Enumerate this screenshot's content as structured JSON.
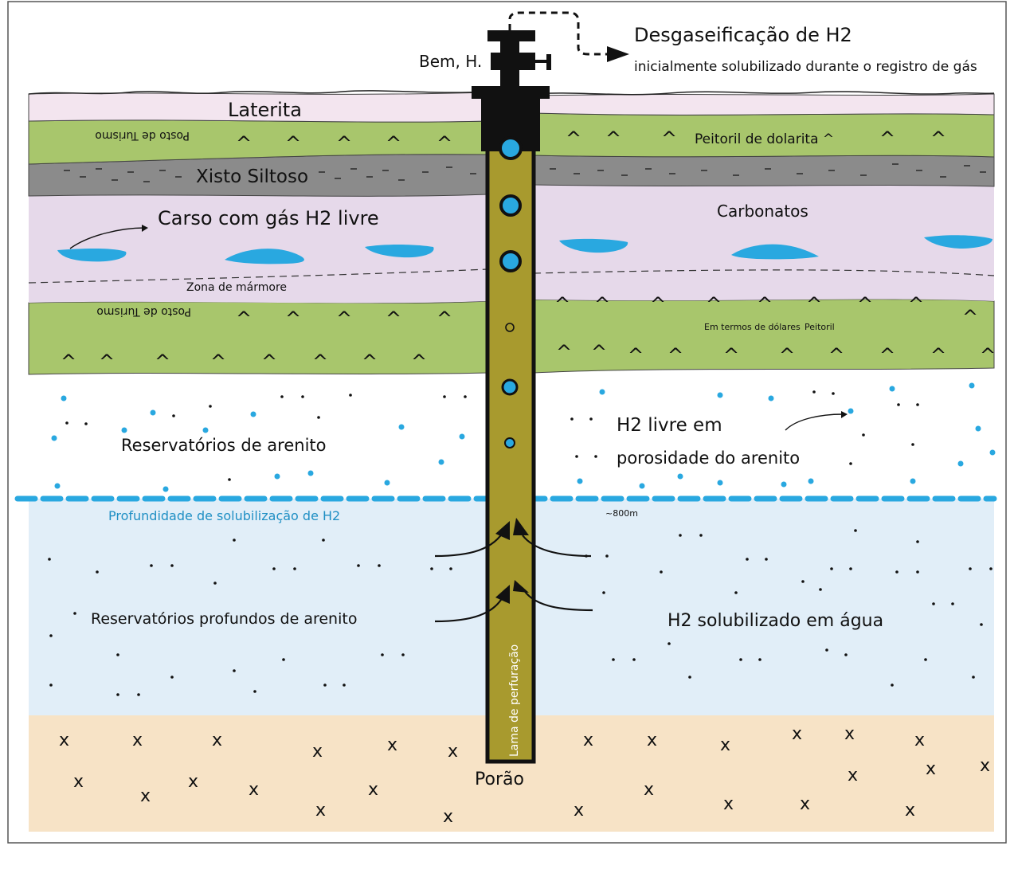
{
  "title": "Desgaseificação de H2",
  "subtitle": "inicialmente solubilizado durante o registro de gás",
  "well_label": "Bem, H.",
  "layers": {
    "laterite": "Laterita",
    "sill_left_top": "Posto de Turismo",
    "sill_right_top": "Peitoril de dolarita ^",
    "siltstone": "Xisto Siltoso",
    "karst": "Carso com gás H2 livre",
    "carbonates": "Carbonatos",
    "marble": "Zona de mármore",
    "sill_left_mid": "Posto de Turismo",
    "sill_right_mid_1": "Em termos de dólares",
    "sill_right_mid_2": "Peitoril",
    "sandstone_left": "Reservatórios de arenito",
    "free_h2_1": "H2 livre em",
    "free_h2_2": "porosidade do arenito",
    "solubilization_depth": "Profundidade de solubilização de H2",
    "depth_value": "~800m",
    "deep_sandstone": "Reservatórios profundos de arenito",
    "dissolved_h2": "H2 solubilizado em água",
    "drilling_mud": "Lama de perfuração",
    "basement": "Porão"
  },
  "colors": {
    "laterite": "#f3e5ef",
    "sill": "#a8c66c",
    "siltstone": "#8b8b8b",
    "carbonate": "#e6d9ea",
    "water_zone": "#e1eef8",
    "basement": "#f7e3c6",
    "h2_blue": "#29a8e0",
    "well_fill": "#a89a2e"
  }
}
